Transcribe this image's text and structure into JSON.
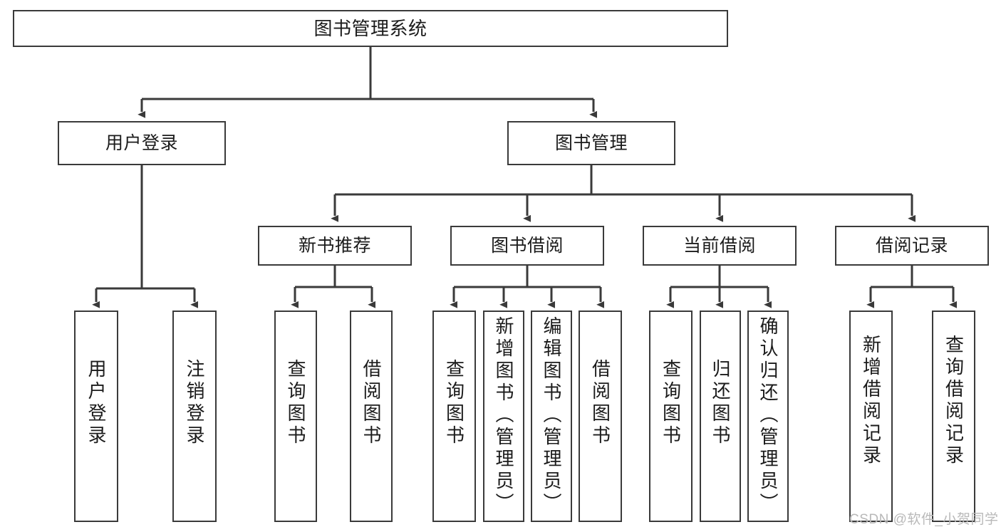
{
  "diagram": {
    "title": "图书管理系统",
    "type": "hierarchy-tree",
    "root": {
      "label": "图书管理系统"
    },
    "level2": [
      {
        "label": "用户登录"
      },
      {
        "label": "图书管理"
      }
    ],
    "level3": [
      {
        "label": "新书推荐"
      },
      {
        "label": "图书借阅"
      },
      {
        "label": "当前借阅"
      },
      {
        "label": "借阅记录"
      }
    ],
    "leaves": [
      {
        "label": "用户登录",
        "parent": "用户登录"
      },
      {
        "label": "注销登录",
        "parent": "用户登录"
      },
      {
        "label": "查询图书",
        "parent": "新书推荐"
      },
      {
        "label": "借阅图书",
        "parent": "新书推荐"
      },
      {
        "label": "查询图书",
        "parent": "图书借阅"
      },
      {
        "label": "新增图书（管理员）",
        "parent": "图书借阅"
      },
      {
        "label": "编辑图书（管理员）",
        "parent": "图书借阅"
      },
      {
        "label": "借阅图书",
        "parent": "图书借阅"
      },
      {
        "label": "查询图书",
        "parent": "当前借阅"
      },
      {
        "label": "归还图书",
        "parent": "当前借阅"
      },
      {
        "label": "确认归还（管理员）",
        "parent": "当前借阅"
      },
      {
        "label": "新增借阅记录",
        "parent": "借阅记录"
      },
      {
        "label": "查询借阅记录",
        "parent": "借阅记录"
      }
    ]
  },
  "watermark": {
    "text": "CSDN @软件_小贺同学"
  },
  "colors": {
    "box_border": "#3a3a3a",
    "connector": "#3a3a3a",
    "text": "#1b1b1b",
    "background": "#ffffff",
    "watermark": "#b9b9b9"
  }
}
